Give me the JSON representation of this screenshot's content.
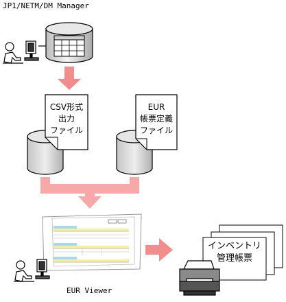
{
  "app": {
    "title": "JP1/NETM/DM Manager"
  },
  "documents": {
    "csv": {
      "line1": "CSV形式",
      "line2": "出力",
      "line3": "ファイル"
    },
    "eur_def": {
      "line1": "EUR",
      "line2": "帳票定義",
      "line3": "ファイル"
    }
  },
  "viewer": {
    "label": "EUR Viewer"
  },
  "report": {
    "line1": "インベントリ",
    "line2": "管理帳票"
  },
  "colors": {
    "arrow": "#f28d8d",
    "arrow_light": "#f8b3b3",
    "header_bar": "#f5f0a0",
    "header_bar_blue": "#a8d8f0",
    "db_fill": "#dcdcdc"
  },
  "icons": {
    "operator_top": "person-at-computer-icon",
    "database": "database-icon",
    "operator_bottom": "person-at-computer-icon",
    "printer": "printer-icon"
  }
}
